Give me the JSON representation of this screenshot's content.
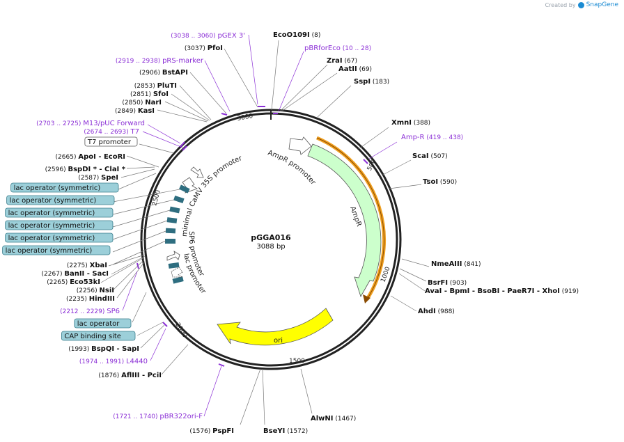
{
  "header": {
    "created_by": "Created by",
    "brand": "SnapGene"
  },
  "plasmid": {
    "name": "pGGA016",
    "length_label": "3088 bp"
  },
  "ticks": [
    "500",
    "1000",
    "1500",
    "2000",
    "2500",
    "3000"
  ],
  "colors": {
    "primer": "#8b2fd6",
    "enzyme": "#000000",
    "amp_fill": "#ccffcc",
    "ori_fill": "#ffff00",
    "lac_op_fill": "#2e6e80",
    "orf_line": "#f0a020"
  },
  "features_on_map": {
    "amp_promoter": "AmpR promoter",
    "amp_r": "AmpR",
    "ori": "ori",
    "camv": "minimal CaMV 35S promoter",
    "sp6_promoter": "SP6 promoter",
    "lac_promoter": "lac promoter"
  },
  "right_labels": [
    {
      "name": "EcoO109I",
      "pos": "(8)"
    },
    {
      "name": "pBRforEco",
      "pos": "(10 .. 28)",
      "primer": true
    },
    {
      "name": "ZraI",
      "pos": "(67)"
    },
    {
      "name": "AatII",
      "pos": "(69)"
    },
    {
      "name": "SspI",
      "pos": "(183)"
    },
    {
      "name": "XmnI",
      "pos": "(388)"
    },
    {
      "name": "Amp-R",
      "pos": "(419 .. 438)",
      "primer": true
    },
    {
      "name": "ScaI",
      "pos": "(507)"
    },
    {
      "name": "TsoI",
      "pos": "(590)"
    },
    {
      "name": "NmeAIII",
      "pos": "(841)"
    },
    {
      "name": "BsrFI",
      "pos": "(903)"
    },
    {
      "name": "AvaI - BpmI - BsoBI - PaeR7I - XhoI",
      "pos": "(919)"
    },
    {
      "name": "AhdI",
      "pos": "(988)"
    },
    {
      "name": "AlwNI",
      "pos": "(1467)"
    },
    {
      "name": "BseYI",
      "pos": "(1572)"
    },
    {
      "name": "PspFI",
      "pos": "(1576)"
    }
  ],
  "left_labels": [
    {
      "name": "pGEX 3'",
      "pos": "(3038 .. 3060)",
      "primer": true
    },
    {
      "name": "PfoI",
      "pos": "(3037)"
    },
    {
      "name": "pRS-marker",
      "pos": "(2919 .. 2938)",
      "primer": true
    },
    {
      "name": "BstAPI",
      "pos": "(2906)"
    },
    {
      "name": "PluTI",
      "pos": "(2853)"
    },
    {
      "name": "SfoI",
      "pos": "(2851)"
    },
    {
      "name": "NarI",
      "pos": "(2850)"
    },
    {
      "name": "KasI",
      "pos": "(2849)"
    },
    {
      "name": "M13/pUC Forward",
      "pos": "(2703 .. 2725)",
      "primer": true
    },
    {
      "name": "T7",
      "pos": "(2674 .. 2693)",
      "primer": true
    },
    {
      "name": "T7 promoter",
      "box": "promo"
    },
    {
      "name": "ApoI - EcoRI",
      "pos": "(2665)"
    },
    {
      "name": "BspDI * - ClaI *",
      "pos": "(2596)"
    },
    {
      "name": "SpeI",
      "pos": "(2587)"
    },
    {
      "name": "lac operator (symmetric)",
      "box": "feat"
    },
    {
      "name": "lac operator (symmetric)",
      "box": "feat"
    },
    {
      "name": "lac operator (symmetric)",
      "box": "feat"
    },
    {
      "name": "lac operator (symmetric)",
      "box": "feat"
    },
    {
      "name": "lac operator (symmetric)",
      "box": "feat"
    },
    {
      "name": "lac operator (symmetric)",
      "box": "feat"
    },
    {
      "name": "XbaI",
      "pos": "(2275)"
    },
    {
      "name": "BanII - SacI",
      "pos": "(2267)"
    },
    {
      "name": "Eco53kI",
      "pos": "(2265)"
    },
    {
      "name": "NsiI",
      "pos": "(2256)"
    },
    {
      "name": "HindIII",
      "pos": "(2235)"
    },
    {
      "name": "SP6",
      "pos": "(2212 .. 2229)",
      "primer": true
    },
    {
      "name": "lac operator",
      "box": "feat"
    },
    {
      "name": "CAP binding site",
      "box": "feat"
    },
    {
      "name": "BspQI - SapI",
      "pos": "(1993)"
    },
    {
      "name": "L4440",
      "pos": "(1974 .. 1991)",
      "primer": true
    },
    {
      "name": "AflIII - PciI",
      "pos": "(1876)"
    },
    {
      "name": "pBR322ori-F",
      "pos": "(1721 .. 1740)",
      "primer": true
    }
  ]
}
